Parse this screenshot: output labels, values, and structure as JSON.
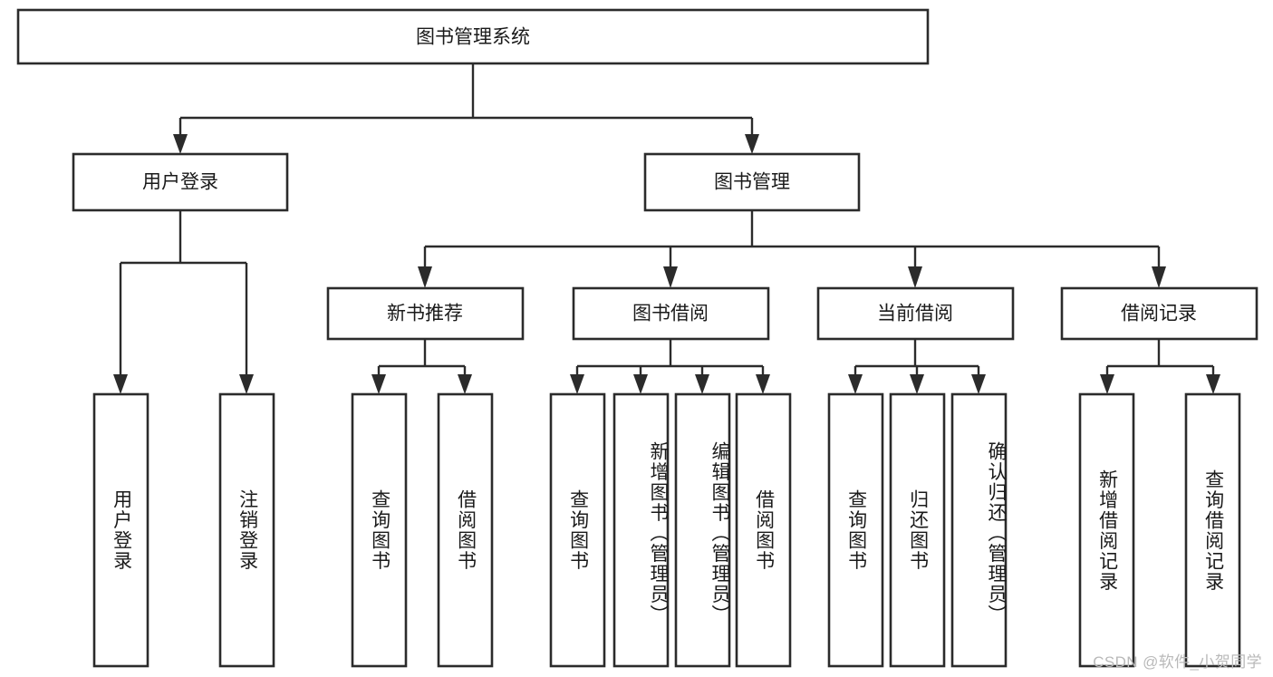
{
  "diagram": {
    "type": "tree-hierarchy-flowchart",
    "title": "图书管理系统",
    "orientation": "top-down",
    "watermark": "CSDN @软件_小贺同学",
    "colors": {
      "box_stroke": "#2b2b2b",
      "box_fill": "#ffffff",
      "connector": "#2b2b2b",
      "text": "#1a1a1a",
      "watermark": "#b9b9b9",
      "background": "#ffffff"
    },
    "levels": [
      {
        "level": 1,
        "nodes": [
          {
            "id": "root",
            "label": "图书管理系统",
            "orientation": "horizontal"
          }
        ]
      },
      {
        "level": 2,
        "nodes": [
          {
            "id": "login",
            "label": "用户登录",
            "orientation": "horizontal",
            "parent": "root"
          },
          {
            "id": "bookmgmt",
            "label": "图书管理",
            "orientation": "horizontal",
            "parent": "root"
          }
        ]
      },
      {
        "level": 3,
        "nodes": [
          {
            "id": "newbook",
            "label": "新书推荐",
            "orientation": "horizontal",
            "parent": "bookmgmt"
          },
          {
            "id": "borrow",
            "label": "图书借阅",
            "orientation": "horizontal",
            "parent": "bookmgmt"
          },
          {
            "id": "current",
            "label": "当前借阅",
            "orientation": "horizontal",
            "parent": "bookmgmt"
          },
          {
            "id": "records",
            "label": "借阅记录",
            "orientation": "horizontal",
            "parent": "bookmgmt"
          }
        ]
      },
      {
        "level": 4,
        "nodes": [
          {
            "id": "leaf-1",
            "label": "用户登录",
            "orientation": "vertical",
            "parent": "login"
          },
          {
            "id": "leaf-2",
            "label": "注销登录",
            "orientation": "vertical",
            "parent": "login"
          },
          {
            "id": "leaf-3",
            "label": "查询图书",
            "orientation": "vertical",
            "parent": "newbook"
          },
          {
            "id": "leaf-4",
            "label": "借阅图书",
            "orientation": "vertical",
            "parent": "newbook"
          },
          {
            "id": "leaf-5",
            "label": "查询图书",
            "orientation": "vertical",
            "parent": "borrow"
          },
          {
            "id": "leaf-6",
            "label": "新增图书（管理员）",
            "orientation": "vertical",
            "parent": "borrow"
          },
          {
            "id": "leaf-7",
            "label": "编辑图书（管理员）",
            "orientation": "vertical",
            "parent": "borrow"
          },
          {
            "id": "leaf-8",
            "label": "借阅图书",
            "orientation": "vertical",
            "parent": "borrow"
          },
          {
            "id": "leaf-9",
            "label": "查询图书",
            "orientation": "vertical",
            "parent": "current"
          },
          {
            "id": "leaf-10",
            "label": "归还图书",
            "orientation": "vertical",
            "parent": "current"
          },
          {
            "id": "leaf-11",
            "label": "确认归还（管理员）",
            "orientation": "vertical",
            "parent": "current"
          },
          {
            "id": "leaf-12",
            "label": "新增借阅记录",
            "orientation": "vertical",
            "parent": "records"
          },
          {
            "id": "leaf-13",
            "label": "查询借阅记录",
            "orientation": "vertical",
            "parent": "records"
          }
        ]
      }
    ]
  }
}
